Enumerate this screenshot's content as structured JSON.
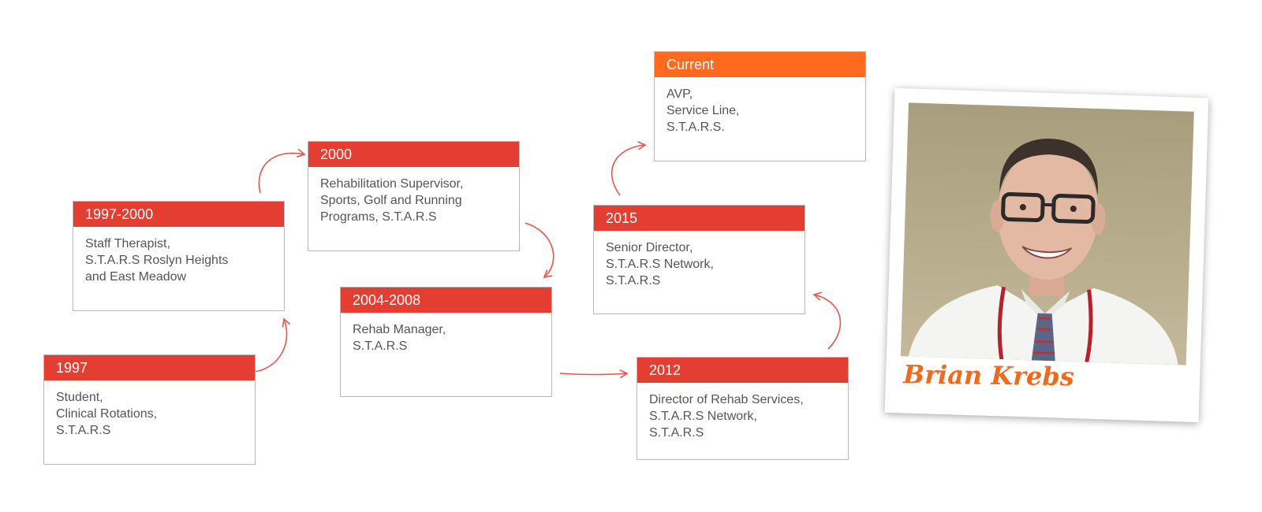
{
  "timeline": [
    {
      "id": "1997",
      "year": "1997",
      "lines": [
        "Student,",
        "Clinical Rotations,",
        "S.T.A.R.S"
      ]
    },
    {
      "id": "1997-2000",
      "year": "1997-2000",
      "lines": [
        "Staff Therapist,",
        "S.T.A.R.S Roslyn Heights",
        "and East Meadow"
      ]
    },
    {
      "id": "2000",
      "year": "2000",
      "lines": [
        "Rehabilitation Supervisor,",
        "Sports, Golf and Running",
        "Programs, S.T.A.R.S"
      ]
    },
    {
      "id": "2004-2008",
      "year": "2004-2008",
      "lines": [
        "Rehab Manager,",
        "S.T.A.R.S"
      ]
    },
    {
      "id": "2012",
      "year": "2012",
      "lines": [
        "Director of Rehab Services,",
        "S.T.A.R.S Network,",
        "S.T.A.R.S"
      ]
    },
    {
      "id": "2015",
      "year": "2015",
      "lines": [
        "Senior Director,",
        "S.T.A.R.S Network,",
        "S.T.A.R.S"
      ]
    },
    {
      "id": "current",
      "year": "Current",
      "lines": [
        "AVP,",
        "Service Line,",
        "S.T.A.R.S."
      ]
    }
  ],
  "portrait": {
    "name": "Brian Krebs"
  },
  "colors": {
    "header": "#e33e31",
    "current_header": "#ff6a1f",
    "arrow": "#e8554a",
    "signature": "#f06a1d"
  }
}
